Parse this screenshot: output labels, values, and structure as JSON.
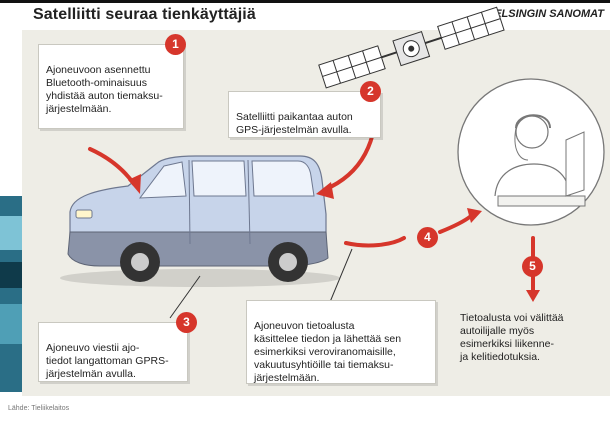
{
  "header": {
    "title": "Satelliitti seuraa tienkäyttäjiä",
    "brand": "HELSINGIN SANOMAT"
  },
  "steps": [
    {
      "number": "1",
      "text": "Ajoneuvoon asennettu\nBluetooth-ominaisuus\nyhdistää auton tiemaksu-\njärjestelmään."
    },
    {
      "number": "2",
      "text": "Satelliitti paikantaa auton\nGPS-järjestelmän avulla."
    },
    {
      "number": "3",
      "text": "Ajoneuvo viestii ajo-\ntiedot langattoman GPRS-\njärjestelmän avulla."
    },
    {
      "number": "4",
      "text": "Ajoneuvon tietoalusta\nkäsittelee tiedon ja lähettää sen\nesimerkiksi veroviranomaisille,\nvakuutusyhtiöille tai tiemaksu-\njärjestelmään."
    },
    {
      "number": "5",
      "text": "Tietoalusta voi välittää\nautoilijalle myös\nesimerkiksi liikenne-\nja kelitiedotuksia."
    }
  ],
  "footer": {
    "source": "Lähde: Tieliikelaitos"
  },
  "colors": {
    "accent": "#d6362b",
    "panel": "#eeede6",
    "car_body": "#c7d4ea",
    "car_lower": "#8a93a8"
  },
  "icons": [
    "satellite-icon",
    "car-icon",
    "operator-icon"
  ]
}
